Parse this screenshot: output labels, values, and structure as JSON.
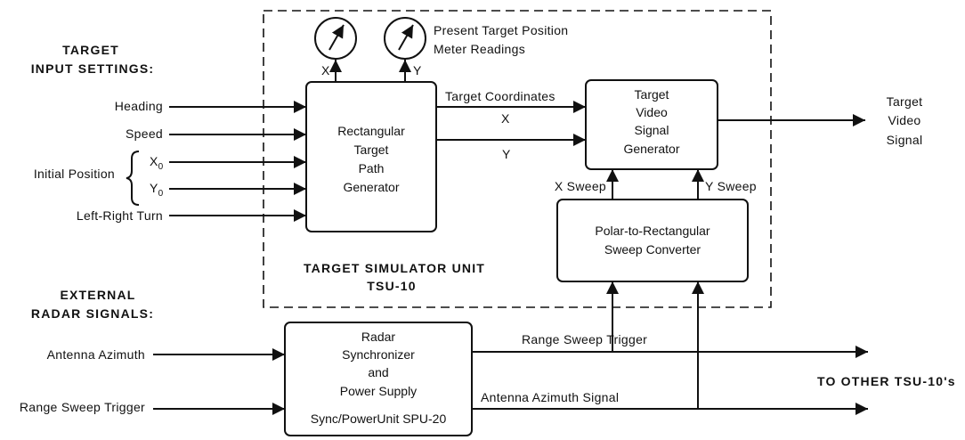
{
  "header_target_input": [
    "TARGET",
    "INPUT SETTINGS:"
  ],
  "header_external": [
    "EXTERNAL",
    "RADAR SIGNALS:"
  ],
  "inputs": {
    "heading": "Heading",
    "speed": "Speed",
    "initial_position": "Initial Position",
    "x0_base": "X",
    "x0_sub": "0",
    "y0_base": "Y",
    "y0_sub": "0",
    "left_right_turn": "Left-Right Turn",
    "antenna_azimuth": "Antenna Azimuth",
    "range_sweep_trigger": "Range Sweep Trigger"
  },
  "meters": {
    "caption": [
      "Present Target Position",
      "Meter Readings"
    ],
    "x_label": "X",
    "y_label": "Y"
  },
  "blocks": {
    "path_generator": [
      "Rectangular",
      "Target",
      "Path",
      "Generator"
    ],
    "video_generator": [
      "Target",
      "Video",
      "Signal",
      "Generator"
    ],
    "sweep_converter": [
      "Polar-to-Rectangular",
      "Sweep Converter"
    ],
    "synchronizer": [
      "Radar",
      "Synchronizer",
      "and",
      "Power Supply"
    ],
    "synchronizer_unit": "Sync/PowerUnit SPU-20"
  },
  "signals": {
    "target_coordinates": "Target Coordinates",
    "coord_x": "X",
    "coord_y": "Y",
    "x_sweep": "X Sweep",
    "y_sweep": "Y Sweep",
    "target_video_signal": [
      "Target",
      "Video",
      "Signal"
    ],
    "range_sweep_trigger_out": "Range Sweep Trigger",
    "antenna_azimuth_signal": "Antenna Azimuth Signal",
    "to_other_units": "TO OTHER TSU-10's"
  },
  "simulator_unit": [
    "TARGET SIMULATOR UNIT",
    "TSU-10"
  ]
}
